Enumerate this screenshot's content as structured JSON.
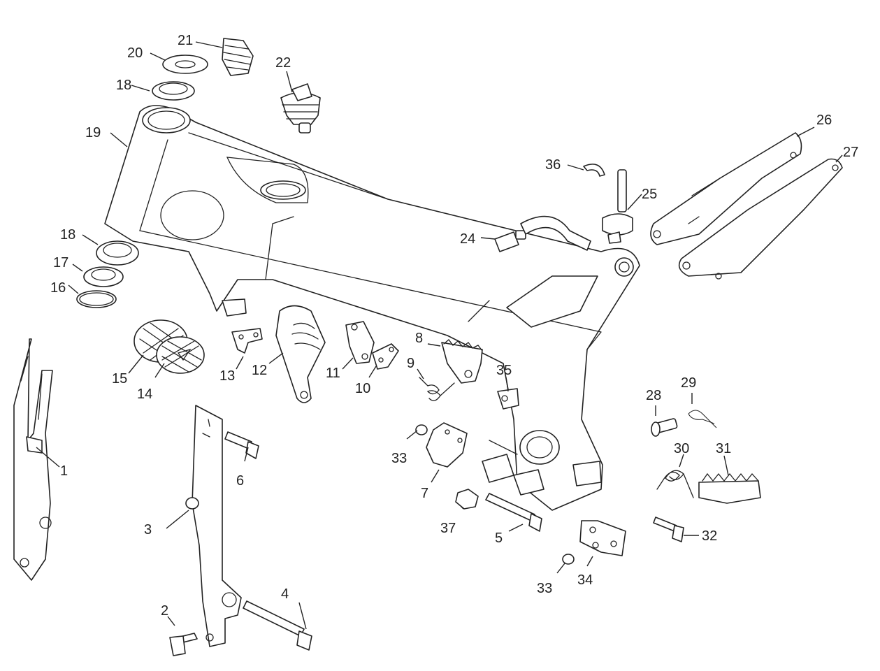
{
  "diagram": {
    "callouts": [
      {
        "id": "c1",
        "label": "1"
      },
      {
        "id": "c2",
        "label": "2"
      },
      {
        "id": "c3",
        "label": "3"
      },
      {
        "id": "c4",
        "label": "4"
      },
      {
        "id": "c5",
        "label": "5"
      },
      {
        "id": "c6",
        "label": "6"
      },
      {
        "id": "c7",
        "label": "7"
      },
      {
        "id": "c8",
        "label": "8"
      },
      {
        "id": "c9",
        "label": "9"
      },
      {
        "id": "c10",
        "label": "10"
      },
      {
        "id": "c11",
        "label": "11"
      },
      {
        "id": "c12",
        "label": "12"
      },
      {
        "id": "c13",
        "label": "13"
      },
      {
        "id": "c14",
        "label": "14"
      },
      {
        "id": "c15",
        "label": "15"
      },
      {
        "id": "c16",
        "label": "16"
      },
      {
        "id": "c17",
        "label": "17"
      },
      {
        "id": "c18a",
        "label": "18"
      },
      {
        "id": "c18b",
        "label": "18"
      },
      {
        "id": "c19",
        "label": "19"
      },
      {
        "id": "c20",
        "label": "20"
      },
      {
        "id": "c21",
        "label": "21"
      },
      {
        "id": "c22",
        "label": "22"
      },
      {
        "id": "c24",
        "label": "24"
      },
      {
        "id": "c25",
        "label": "25"
      },
      {
        "id": "c26",
        "label": "26"
      },
      {
        "id": "c27",
        "label": "27"
      },
      {
        "id": "c28",
        "label": "28"
      },
      {
        "id": "c29",
        "label": "29"
      },
      {
        "id": "c30",
        "label": "30"
      },
      {
        "id": "c31",
        "label": "31"
      },
      {
        "id": "c32",
        "label": "32"
      },
      {
        "id": "c33a",
        "label": "33"
      },
      {
        "id": "c33b",
        "label": "33"
      },
      {
        "id": "c34",
        "label": "34"
      },
      {
        "id": "c35",
        "label": "35"
      },
      {
        "id": "c36",
        "label": "36"
      },
      {
        "id": "c37",
        "label": "37"
      }
    ],
    "colors": {
      "line": "#222222",
      "background": "#ffffff"
    }
  }
}
